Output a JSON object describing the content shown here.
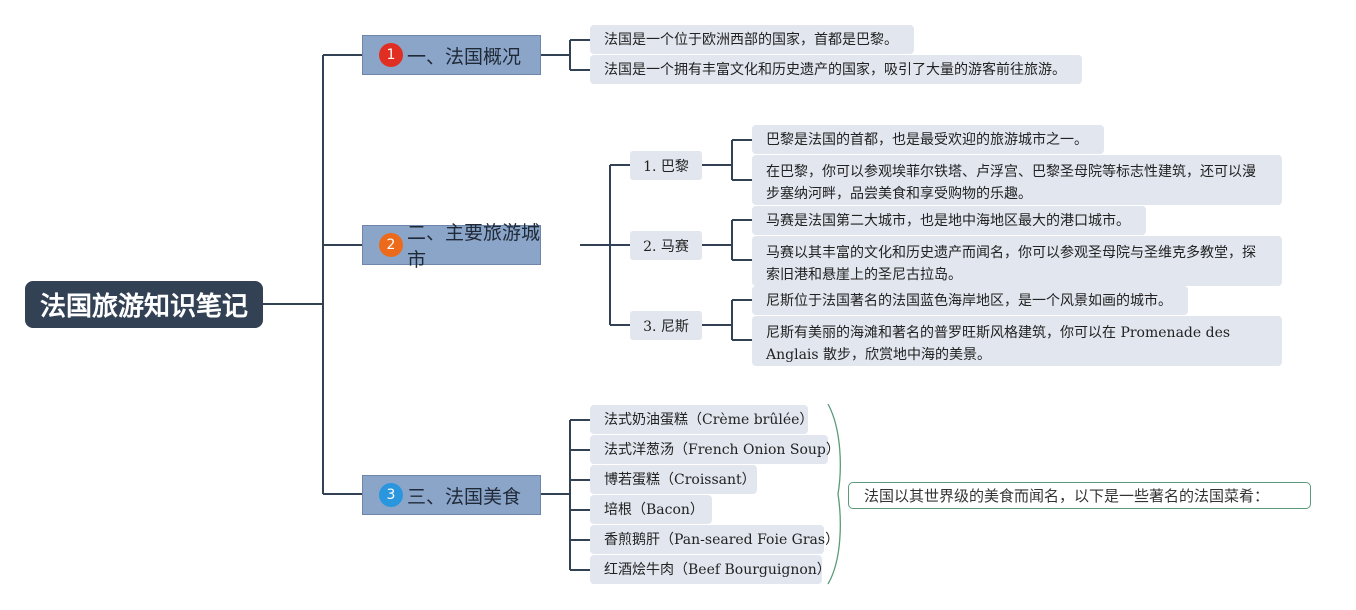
{
  "root": {
    "title": "法国旅游知识笔记"
  },
  "sections": [
    {
      "number": "1",
      "badge_color": "#e02f22",
      "title": "一、法国概况",
      "items": [
        "法国是一个位于欧洲西部的国家，首都是巴黎。",
        "法国是一个拥有丰富文化和历史遗产的国家，吸引了大量的游客前往旅游。"
      ]
    },
    {
      "number": "2",
      "badge_color": "#ec6a1c",
      "title": "二、主要旅游城市",
      "cities": [
        {
          "name": "1. 巴黎",
          "items": [
            "巴黎是法国的首都，也是最受欢迎的旅游城市之一。",
            "在巴黎，你可以参观埃菲尔铁塔、卢浮宫、巴黎圣母院等标志性建筑，还可以漫步塞纳河畔，品尝美食和享受购物的乐趣。"
          ]
        },
        {
          "name": "2. 马赛",
          "items": [
            "马赛是法国第二大城市，也是地中海地区最大的港口城市。",
            "马赛以其丰富的文化和历史遗产而闻名，你可以参观圣母院与圣维克多教堂，探索旧港和悬崖上的圣尼古拉岛。"
          ]
        },
        {
          "name": "3. 尼斯",
          "items": [
            "尼斯位于法国著名的法国蓝色海岸地区，是一个风景如画的城市。",
            "尼斯有美丽的海滩和著名的普罗旺斯风格建筑，你可以在 Promenade des Anglais 散步，欣赏地中海的美景。"
          ]
        }
      ]
    },
    {
      "number": "3",
      "badge_color": "#2a96de",
      "title": "三、法国美食",
      "items": [
        "法式奶油蛋糕（Crème brûlée）",
        "法式洋葱汤（French Onion Soup）",
        "博若蛋糕（Croissant）",
        "培根（Bacon）",
        "香煎鹅肝（Pan-seared Foie Gras）",
        "红酒烩牛肉（Beef Bourguignon）"
      ],
      "summary": "法国以其世界级的美食而闻名，以下是一些著名的法国菜肴："
    }
  ],
  "colors": {
    "root_bg": "#334155",
    "main_bg": "#8ba5c9",
    "leaf_bg": "#e1e6ef",
    "line": "#334155",
    "summary_border": "#5b9a7a"
  }
}
